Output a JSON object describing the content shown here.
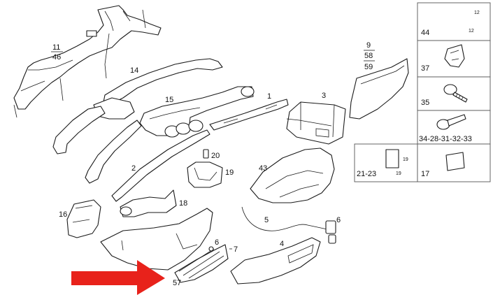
{
  "callouts": {
    "p11": "11",
    "p46": "46",
    "p14": "14",
    "p15": "15",
    "p1": "1",
    "p3": "3",
    "p9": "9",
    "p58": "58",
    "p59": "59",
    "p20": "20",
    "p2": "2",
    "p19": "19",
    "p43": "43",
    "p18": "18",
    "p16": "16",
    "p5": "5",
    "p6a": "6",
    "p7": "7",
    "p6b": "6",
    "p4": "4",
    "p57": "57"
  },
  "legend": {
    "cell_44": {
      "label": "44",
      "dim_a": "12",
      "dim_b": "12"
    },
    "cell_37": {
      "label": "37"
    },
    "cell_35": {
      "label": "35"
    },
    "cell_34": {
      "label": "34-28-31-32-33"
    },
    "cell_21": {
      "label": "21-23",
      "dim_a": "19",
      "dim_b": "19"
    },
    "cell_17": {
      "label": "17"
    }
  },
  "colors": {
    "arrow": "#e8221b",
    "line": "#1a1a1a",
    "grid": "#555555"
  },
  "icons": [
    "red-arrow-icon",
    "clip-icon",
    "screw-icon",
    "bolt-icon",
    "square-pad-icon"
  ]
}
